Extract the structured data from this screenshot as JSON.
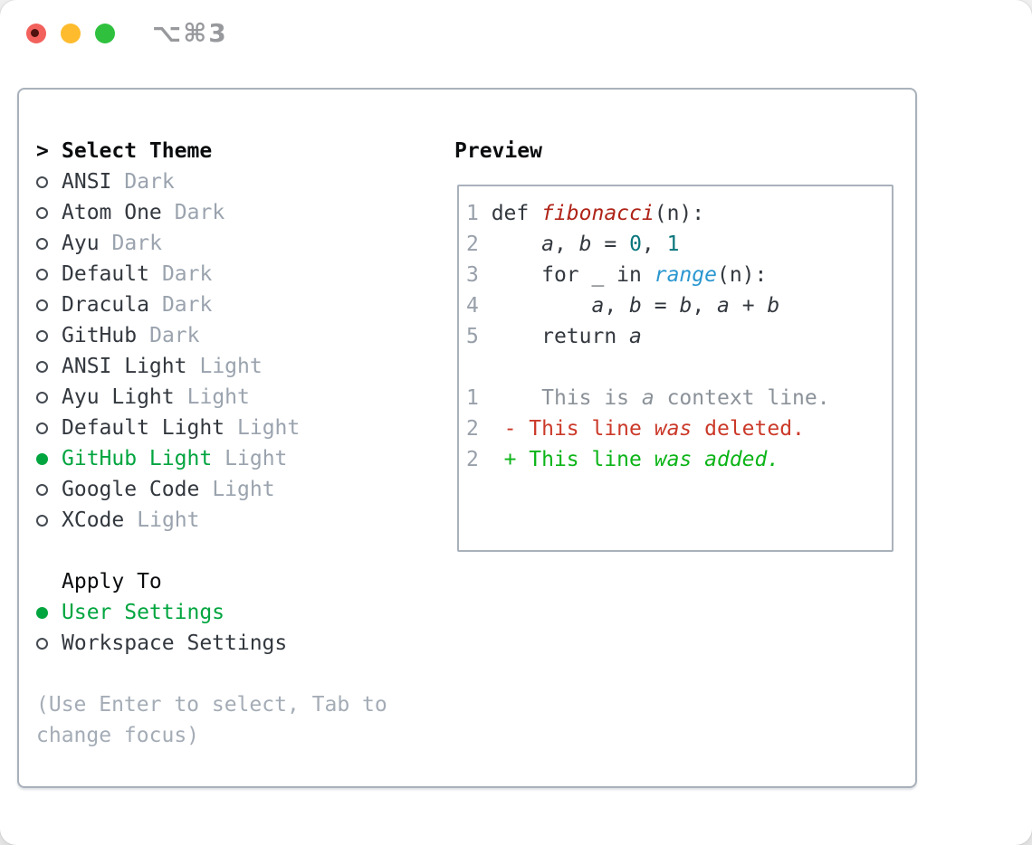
{
  "window": {
    "title": "⌥⌘3"
  },
  "colors": {
    "selected_green": "#00a53f",
    "added_green": "#0cb418",
    "deleted_red": "#cb3929",
    "function_red": "#af2318",
    "number_teal": "#0a767c",
    "builtin_blue": "#2b97d0",
    "muted_gray": "#9aa3ae",
    "text_dark": "#33383f",
    "border_gray": "#a9b1bb"
  },
  "theme_panel": {
    "header": {
      "prompt": ">",
      "label": "Select Theme"
    },
    "themes": [
      {
        "name": "ANSI",
        "variant": "Dark",
        "selected": false
      },
      {
        "name": "Atom One",
        "variant": "Dark",
        "selected": false
      },
      {
        "name": "Ayu",
        "variant": "Dark",
        "selected": false
      },
      {
        "name": "Default",
        "variant": "Dark",
        "selected": false
      },
      {
        "name": "Dracula",
        "variant": "Dark",
        "selected": false
      },
      {
        "name": "GitHub",
        "variant": "Dark",
        "selected": false
      },
      {
        "name": "ANSI Light",
        "variant": "Light",
        "selected": false
      },
      {
        "name": "Ayu Light",
        "variant": "Light",
        "selected": false
      },
      {
        "name": "Default Light",
        "variant": "Light",
        "selected": false
      },
      {
        "name": "GitHub Light",
        "variant": "Light",
        "selected": true
      },
      {
        "name": "Google Code",
        "variant": "Light",
        "selected": false
      },
      {
        "name": "XCode",
        "variant": "Light",
        "selected": false
      }
    ],
    "apply_to": {
      "label": "Apply To",
      "options": [
        {
          "name": "User Settings",
          "selected": true
        },
        {
          "name": "Workspace Settings",
          "selected": false
        }
      ]
    },
    "help": [
      "(Use Enter to select, Tab to",
      "change focus)"
    ]
  },
  "preview": {
    "label": "Preview",
    "code_lines": [
      [
        [
          "1 ",
          "num"
        ],
        [
          "def ",
          "plain"
        ],
        [
          "fibonacci",
          "func"
        ],
        [
          "(n):",
          "plain"
        ]
      ],
      [
        [
          "2 ",
          "num"
        ],
        [
          "    ",
          "plain"
        ],
        [
          "a",
          "var"
        ],
        [
          ", ",
          "plain"
        ],
        [
          "b",
          "var"
        ],
        [
          " = ",
          "plain"
        ],
        [
          "0",
          "lit"
        ],
        [
          ", ",
          "plain"
        ],
        [
          "1",
          "lit"
        ]
      ],
      [
        [
          "3 ",
          "num"
        ],
        [
          "    for _ in ",
          "plain"
        ],
        [
          "range",
          "bi"
        ],
        [
          "(n):",
          "plain"
        ]
      ],
      [
        [
          "4 ",
          "num"
        ],
        [
          "        ",
          "plain"
        ],
        [
          "a",
          "var"
        ],
        [
          ", ",
          "plain"
        ],
        [
          "b",
          "var"
        ],
        [
          " = ",
          "plain"
        ],
        [
          "b",
          "var"
        ],
        [
          ", ",
          "plain"
        ],
        [
          "a",
          "var"
        ],
        [
          " + ",
          "plain"
        ],
        [
          "b",
          "var"
        ]
      ],
      [
        [
          "5 ",
          "num"
        ],
        [
          "    return ",
          "plain"
        ],
        [
          "a",
          "var"
        ]
      ],
      [],
      [
        [
          "1 ",
          "num"
        ],
        [
          "    This is ",
          "ctx"
        ],
        [
          "a",
          "ctxi"
        ],
        [
          " context line.",
          "ctx"
        ]
      ],
      [
        [
          "2 ",
          "num"
        ],
        [
          " ",
          "plain"
        ],
        [
          "- This line ",
          "del"
        ],
        [
          "was",
          "deli"
        ],
        [
          " deleted.",
          "del"
        ]
      ],
      [
        [
          "2 ",
          "num"
        ],
        [
          " ",
          "plain"
        ],
        [
          "+ This line ",
          "add"
        ],
        [
          "was",
          "addi"
        ],
        [
          " ",
          "add"
        ],
        [
          "added.",
          "addi"
        ]
      ]
    ]
  }
}
